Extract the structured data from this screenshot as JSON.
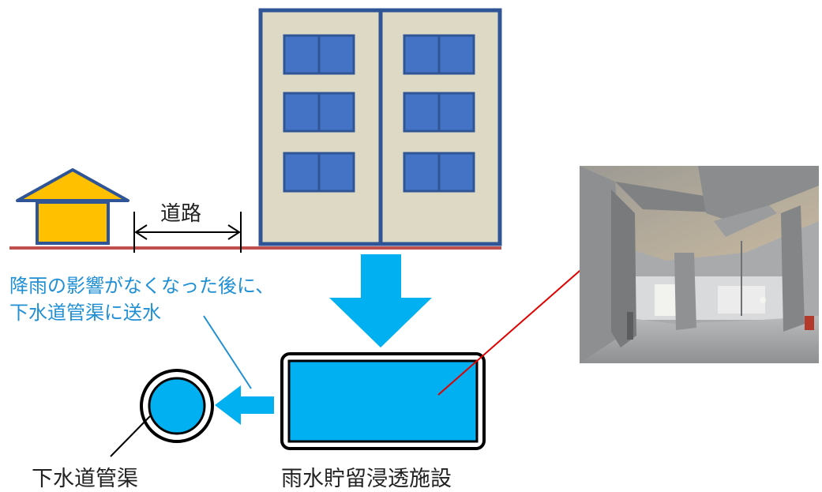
{
  "labels": {
    "road": "道路",
    "note_line1": "降雨の影響がなくなった後に、",
    "note_line2": "下水道管渠に送水",
    "sewer_pipe": "下水道管渠",
    "storage_facility": "雨水貯留浸透施設"
  },
  "colors": {
    "building_fill": "#ddd9c4",
    "building_stroke": "#2f5597",
    "window": "#4472c4",
    "house_roof": "#ffc000",
    "ground_line": "#c0504d",
    "water_blue": "#00b0f0",
    "note_text": "#1f8fd6",
    "pointer_line": "#e00000"
  },
  "photo": {
    "description_icon": "underground-storage-photo"
  }
}
